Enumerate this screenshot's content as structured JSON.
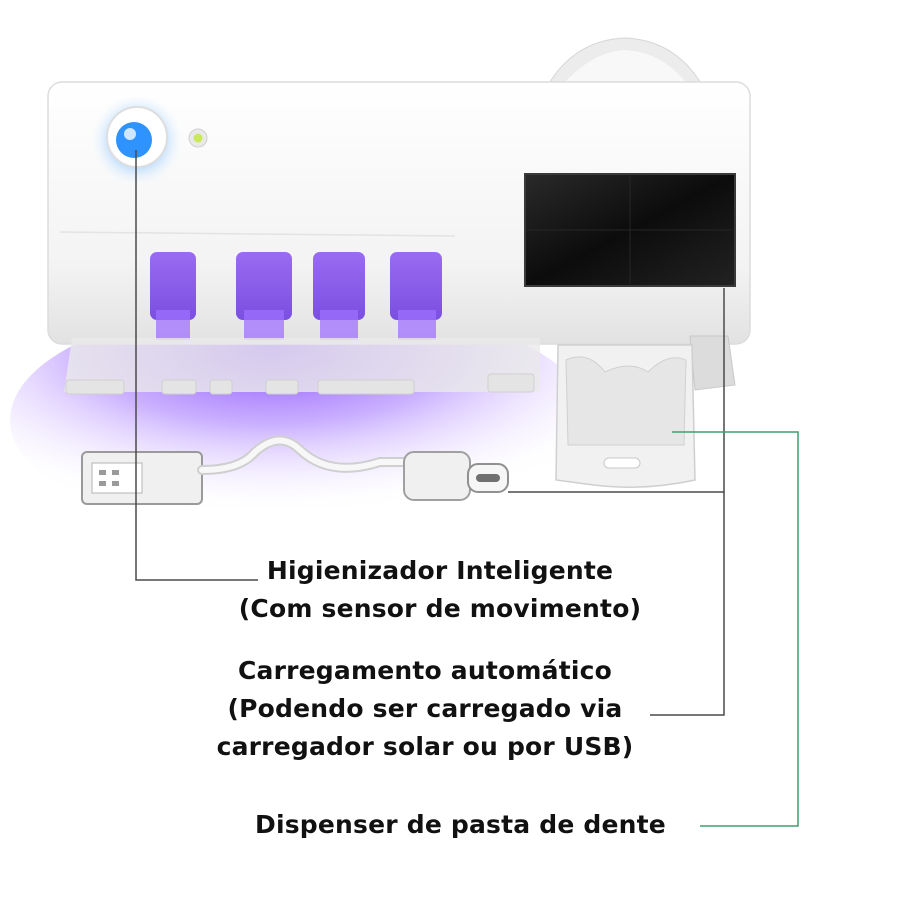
{
  "product": {
    "name": "UV toothbrush sanitizer with toothpaste dispenser",
    "colors": {
      "body": "#f4f4f4",
      "uv_light": "#8a4cff",
      "sensor_glow": "#4aa8ff",
      "solar_panel": "#151515",
      "leader_line": "#4a4a4a",
      "leader_line_green": "#3f9f6f"
    }
  },
  "captions": {
    "sanitizer_line1": "Higienizador Inteligente",
    "sanitizer_line2": "(Com sensor de movimento)",
    "charging_line1": "Carregamento automático",
    "charging_line2": "(Podendo ser carregado via",
    "charging_line3": "carregador solar ou por USB)",
    "dispenser": "Dispenser de pasta de dente"
  }
}
